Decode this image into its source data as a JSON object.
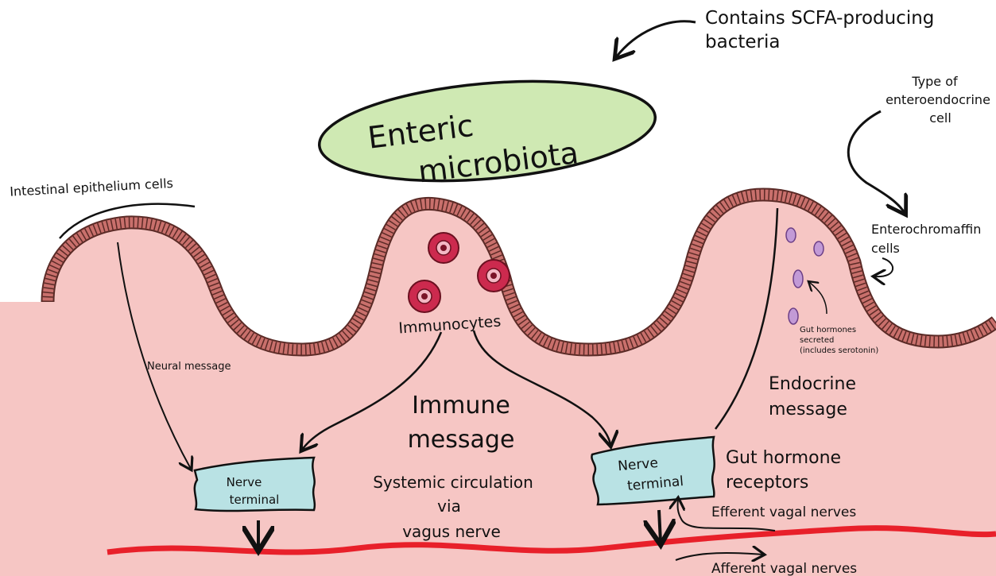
{
  "labels": {
    "scfa_line1": "Contains SCFA-producing",
    "scfa_line2": "bacteria",
    "microbiota_line1": "Enteric",
    "microbiota_line2": "microbiota",
    "type_line1": "Type of",
    "type_line2": "enteroendocrine",
    "type_line3": "cell",
    "epithelium": "Intestinal epithelium cells",
    "enterochromaffin_line1": "Enterochromaffin",
    "enterochromaffin_line2": "cells",
    "immunocytes": "Immunocytes",
    "gut_hormones_secreted_line1": "Gut hormones",
    "gut_hormones_secreted_line2": "secreted",
    "gut_hormones_secreted_line3": "(includes serotonin)",
    "neural_message": "Neural message",
    "endocrine_line1": "Endocrine",
    "endocrine_line2": "message",
    "immune_line1": "Immune",
    "immune_line2": "message",
    "nerve_left_line1": "Nerve",
    "nerve_left_line2": "terminal",
    "nerve_right_line1": "Nerve",
    "nerve_right_line2": "terminal",
    "receptors_line1": "Gut hormone",
    "receptors_line2": "receptors",
    "systemic_line1": "Systemic circulation",
    "systemic_line2": "via",
    "systemic_line3": "vagus nerve",
    "efferent": "Efferent vagal nerves",
    "afferent": "Afferent vagal nerves"
  },
  "colors": {
    "tissue": "#f6c6c4",
    "epithelium": "#c9706c",
    "epithelium_dark": "#5a2a26",
    "microbiota_fill": "#cfe9b3",
    "nerve_fill": "#b9e2e4",
    "vagus": "#e8202a",
    "immunocyte": "#cc2a4e",
    "secretory_granule": "#c29ad6"
  }
}
